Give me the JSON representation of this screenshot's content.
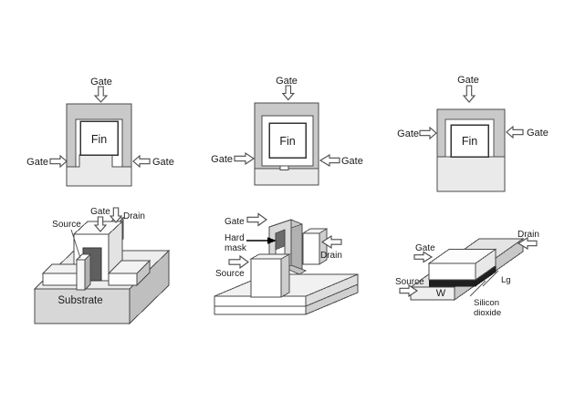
{
  "colors": {
    "gate": "#c9c9c9",
    "substrate": "#eaeaea",
    "oxide": "#1f1f1f",
    "outline": "#4a4a4a"
  },
  "cross_sections": [
    {
      "fin": "Fin",
      "gate_top": "Gate",
      "gate_left": "Gate",
      "gate_right": "Gate"
    },
    {
      "fin": "Fin",
      "gate_top": "Gate",
      "gate_left": "Gate",
      "gate_right": "Gate"
    },
    {
      "fin": "Fin",
      "gate_top": "Gate",
      "gate_left": "Gate",
      "gate_right": "Gate"
    }
  ],
  "finfet_3d": {
    "source": "Source",
    "gate": "Gate",
    "drain": "Drain",
    "substrate": "Substrate"
  },
  "hardmask_3d": {
    "gate": "Gate",
    "hard_mask": [
      "Hard",
      "mask"
    ],
    "source": "Source",
    "drain": "Drain"
  },
  "planar_3d": {
    "gate": "Gate",
    "source": "Source",
    "drain": "Drain",
    "width": "W",
    "gate_length": "Lg",
    "oxide": [
      "Silicon",
      "dioxide"
    ]
  }
}
